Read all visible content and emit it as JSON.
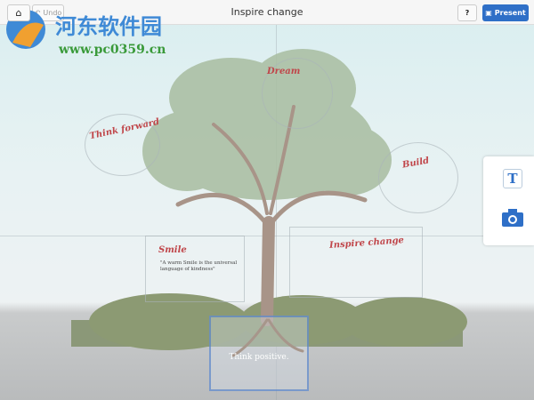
{
  "toolbar": {
    "undo_label": "Undo",
    "title": "Inspire change",
    "help_label": "?",
    "present_label": "Present"
  },
  "canvas": {
    "dream": {
      "title": "Dream"
    },
    "think_forward": {
      "title": "Think forward"
    },
    "build": {
      "title": "Build"
    },
    "smile": {
      "title": "Smile",
      "quote": "\"A warm Smile is the universal language of kindness\""
    },
    "inspire": {
      "title": "Inspire change"
    },
    "positive": {
      "title": "Think positive."
    }
  },
  "side_panel": {
    "text_tool_label": "T",
    "icons": [
      "text-icon",
      "camera-icon"
    ]
  },
  "watermark": {
    "name": "河东软件园",
    "url": "www.pc0359.cn"
  },
  "colors": {
    "accent": "#2e6fc7",
    "label": "#c0464a"
  }
}
